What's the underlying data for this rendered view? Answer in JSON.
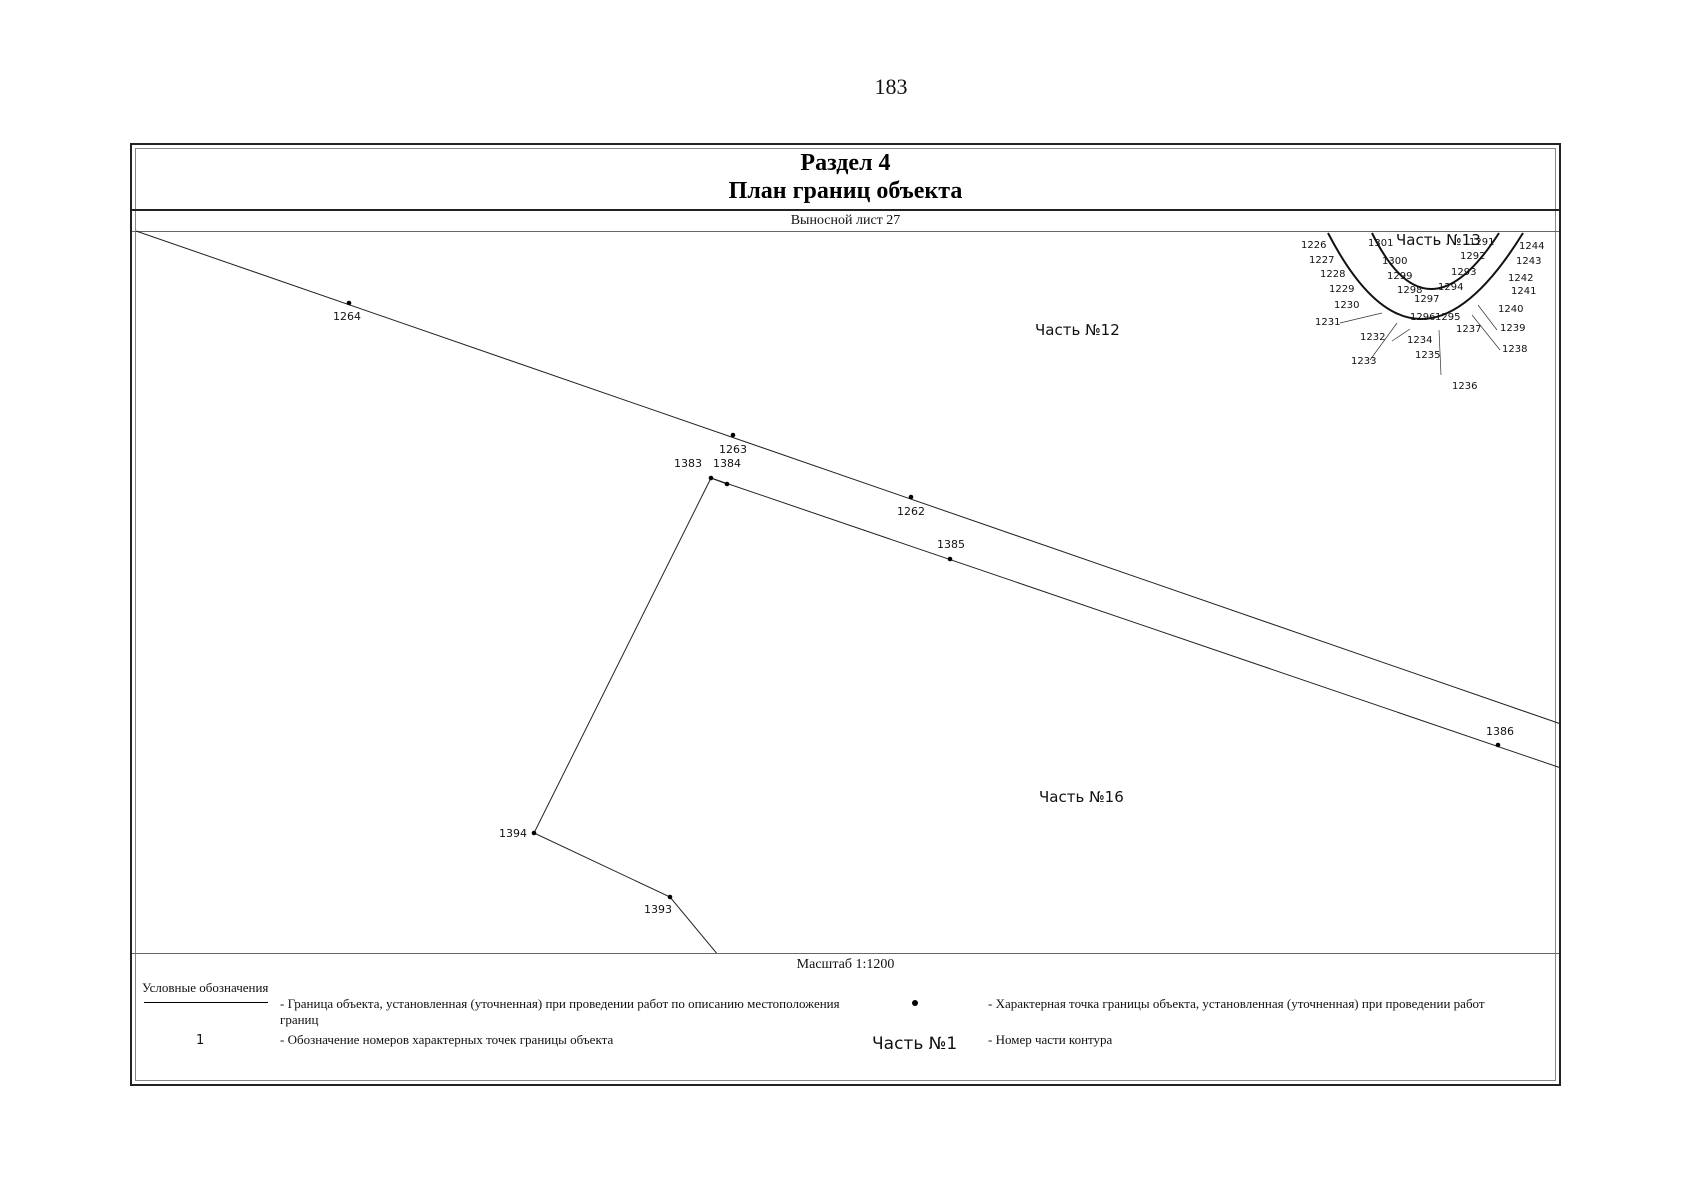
{
  "page_number": "183",
  "header": {
    "section": "Раздел 4",
    "title": "План границ объекта"
  },
  "sheet_label": "Выносной лист 27",
  "scale": "Масштаб 1:1200",
  "parts": {
    "p12": "Часть №12",
    "p13": "Часть №13",
    "p16": "Часть №16"
  },
  "main_points": [
    "1264",
    "1263",
    "1262",
    "1383",
    "1384",
    "1385",
    "1386",
    "1394",
    "1393"
  ],
  "inset_points": [
    "1226",
    "1227",
    "1228",
    "1229",
    "1230",
    "1231",
    "1232",
    "1233",
    "1234",
    "1235",
    "1236",
    "1237",
    "1238",
    "1239",
    "1240",
    "1241",
    "1242",
    "1243",
    "1244",
    "1291",
    "1292",
    "1293",
    "1294",
    "1295",
    "1296",
    "1297",
    "1298",
    "1299",
    "1300",
    "1301"
  ],
  "legend": {
    "title": "Условные обозначения",
    "line_desc": "- Граница  объекта, установленная (уточненная) при проведении работ по описанию местоположения границ",
    "point_desc": "- Характерная точка границы объекта, установленная (уточненная) при проведении работ",
    "number_sample": "1",
    "number_desc": "- Обозначение номеров характерных точек границы объекта",
    "part_sample": "Часть №1",
    "part_desc": "- Номер части контура"
  }
}
